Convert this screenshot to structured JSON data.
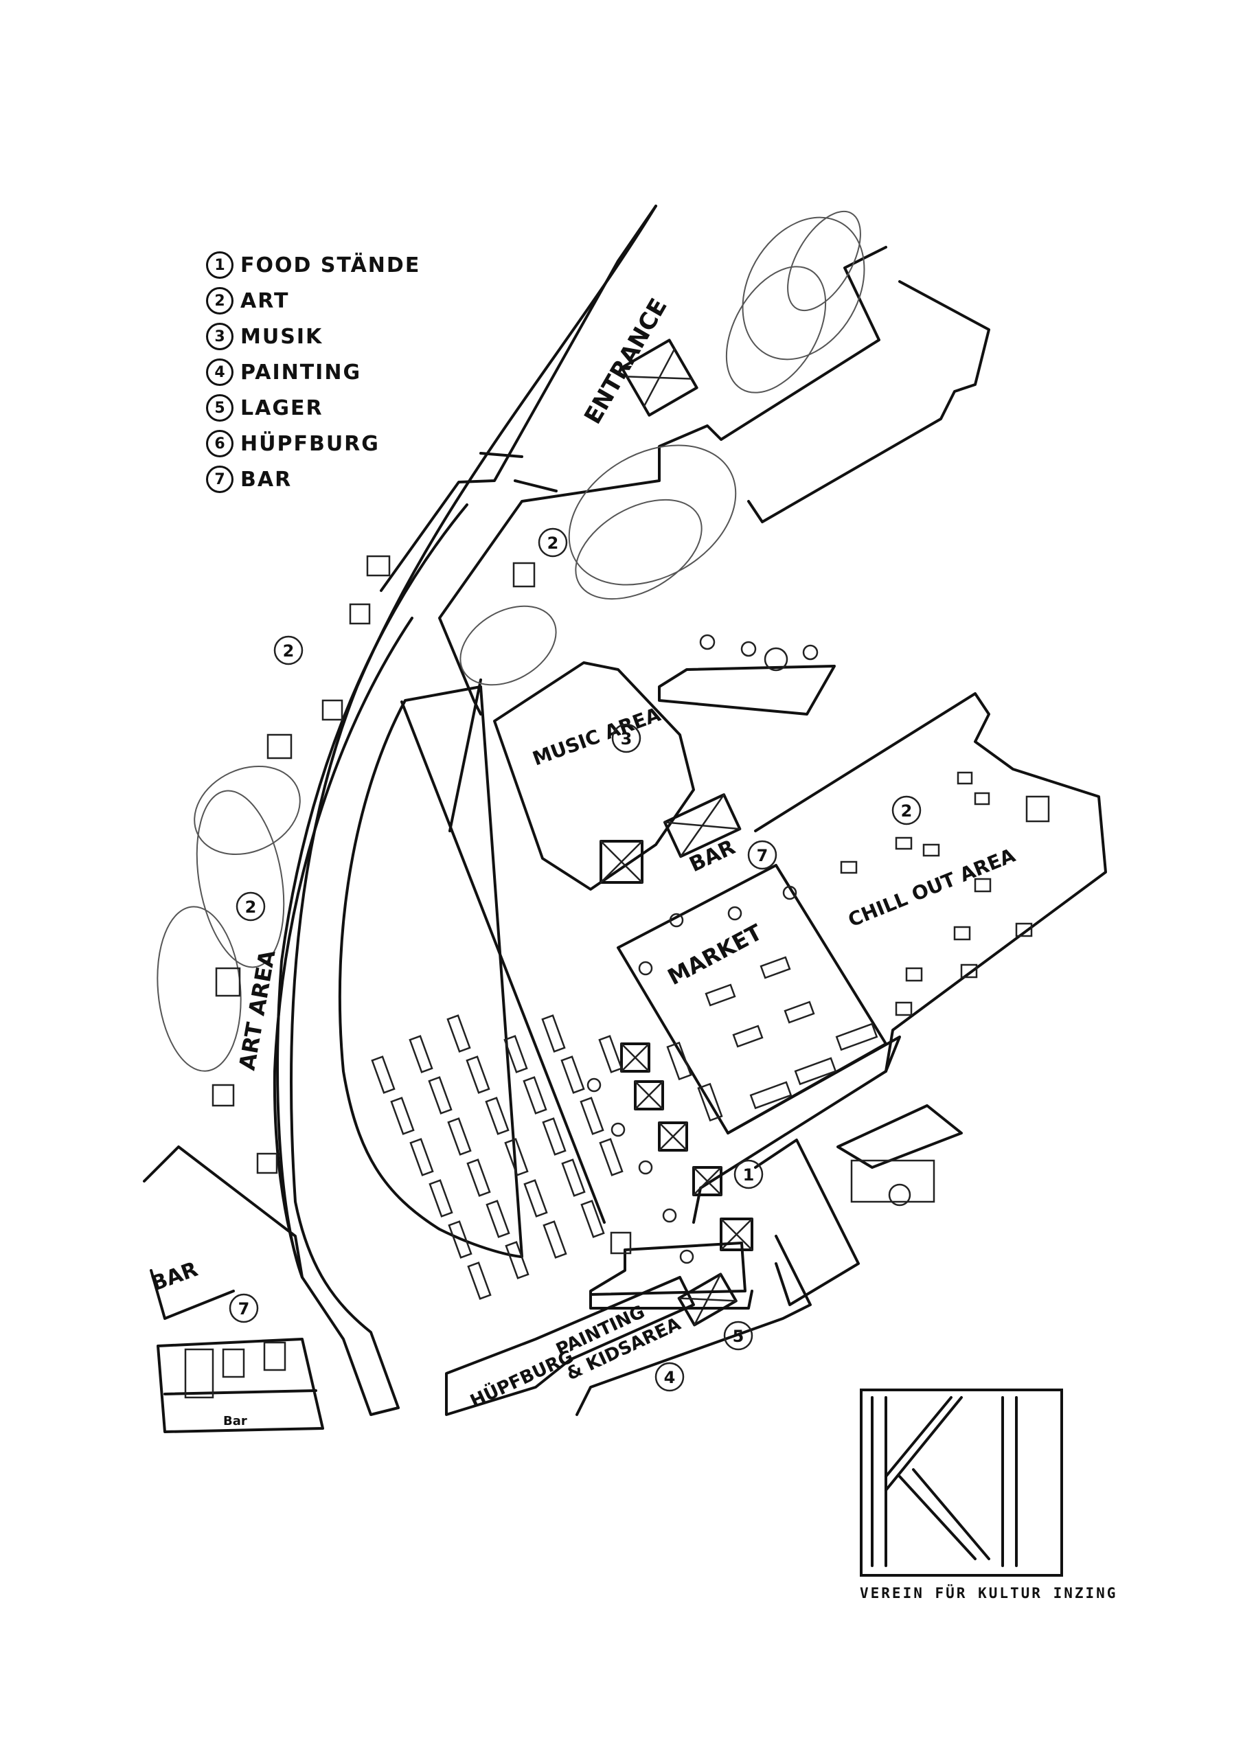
{
  "legend": {
    "items": [
      {
        "num": "1",
        "label": "FOOD STÄNDE"
      },
      {
        "num": "2",
        "label": "ART"
      },
      {
        "num": "3",
        "label": "MUSIK"
      },
      {
        "num": "4",
        "label": "PAINTING"
      },
      {
        "num": "5",
        "label": "LAGER"
      },
      {
        "num": "6",
        "label": "HÜPFBURG"
      },
      {
        "num": "7",
        "label": "BAR"
      }
    ]
  },
  "areas": {
    "entrance": "ENTRANCE",
    "music": "MUSIC AREA",
    "bar_top": "BAR",
    "market": "MARKET",
    "chill": "CHILL OUT AREA",
    "art": "ART AREA",
    "bar_left": "BAR",
    "painting_line1": "PAINTING",
    "painting_line2": "& KIDSAREA",
    "hupfburg": "HÜPFBURG",
    "bar_sketch_label": "Bar"
  },
  "markers": {
    "m1": "1",
    "m2a": "2",
    "m2b": "2",
    "m2c": "2",
    "m2d": "2",
    "m3": "3",
    "m4": "4",
    "m5": "5",
    "m7a": "7",
    "m7b": "7"
  },
  "logo": {
    "mark": "KI",
    "caption": "VEREIN FÜR KULTUR INZING"
  }
}
